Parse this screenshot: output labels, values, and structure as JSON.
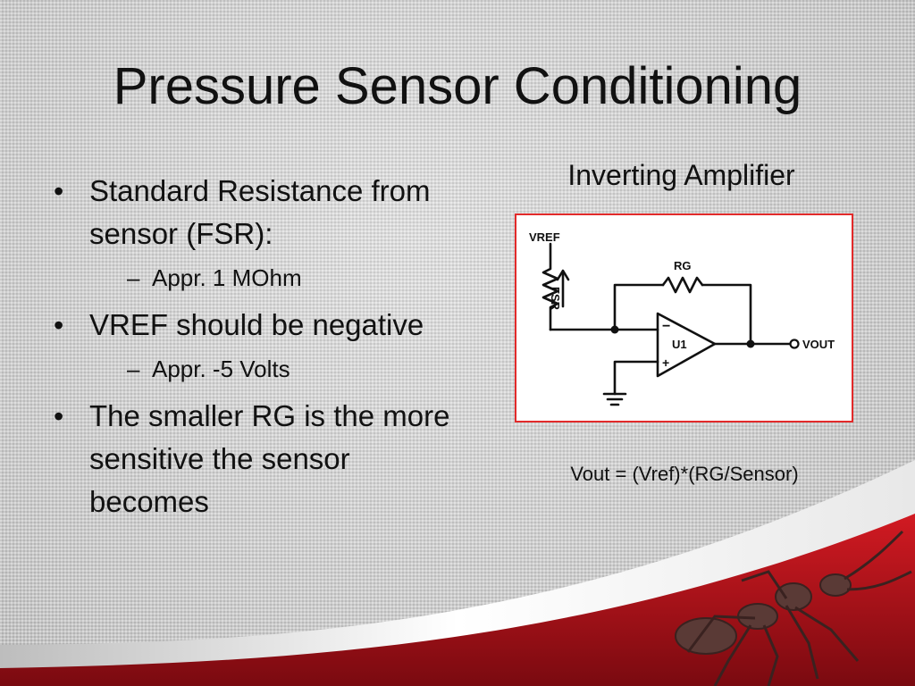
{
  "slide": {
    "title": "Pressure Sensor Conditioning",
    "bullets": [
      {
        "text": "Standard Resistance from sensor (FSR):",
        "sub": "Appr. 1 MOhm"
      },
      {
        "text": "VREF should be negative",
        "sub": "Appr. -5 Volts"
      },
      {
        "text": "The smaller RG is the more sensitive the sensor becomes",
        "sub": ""
      }
    ],
    "bullet_glyph": "•",
    "sub_glyph": "–"
  },
  "diagram": {
    "title": "Inverting Amplifier",
    "labels": {
      "vref": "VREF",
      "fsr": "FSR",
      "rg": "RG",
      "opamp": "U1",
      "minus": "−",
      "plus": "+",
      "vout": "VOUT"
    },
    "formula": "Vout = (Vref)*(RG/Sensor)"
  },
  "colors": {
    "box_border": "#e22a2a",
    "swoosh_red": "#b3101a",
    "swoosh_silver": "#f2f2f2"
  }
}
